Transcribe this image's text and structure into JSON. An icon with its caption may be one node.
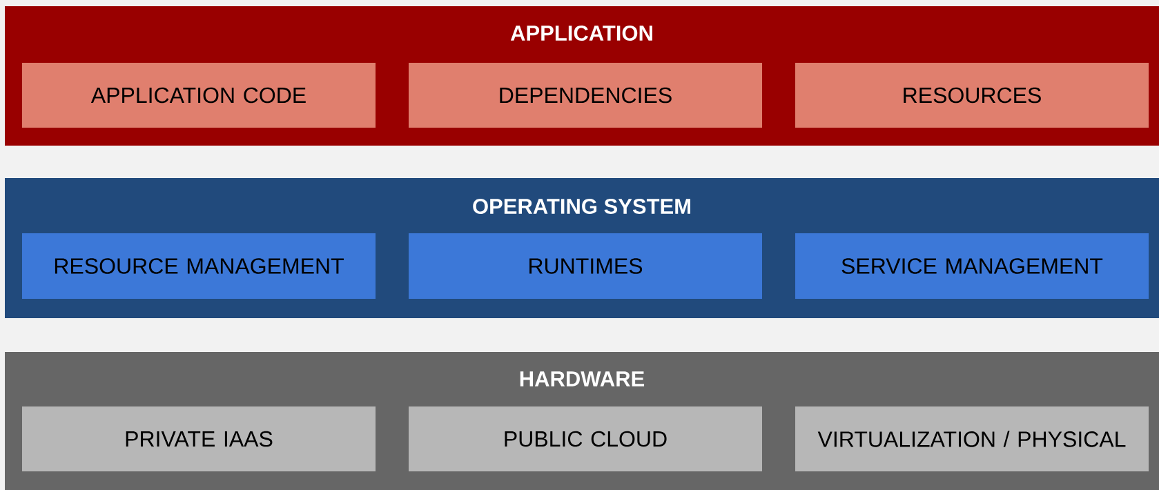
{
  "diagram": {
    "nodes": [
      {
        "text": [
          "APPLICATION"
        ]
      },
      {
        "text": [
          "APPLICATION CODE"
        ],
        "in": 0
      },
      {
        "text": [
          "DEPENDENCIES"
        ],
        "in": 0
      },
      {
        "text": [
          "RESOURCES"
        ],
        "in": 0
      },
      {
        "text": [
          "OPERATING SYSTEM"
        ]
      },
      {
        "text": [
          "RESOURCE MANAGEMENT"
        ],
        "in": 4
      },
      {
        "text": [
          "RUNTIMES"
        ],
        "in": 4
      },
      {
        "text": [
          "SERVICE MANAGEMENT"
        ],
        "in": 4
      },
      {
        "text": [
          "HARDWARE"
        ]
      },
      {
        "text": [
          "PRIVATE IAAS"
        ],
        "in": 8
      },
      {
        "text": [
          "PUBLIC CLOUD"
        ],
        "in": 8
      },
      {
        "text": [
          "VIRTUALIZATION / PHYSICAL"
        ],
        "in": 8
      }
    ]
  }
}
